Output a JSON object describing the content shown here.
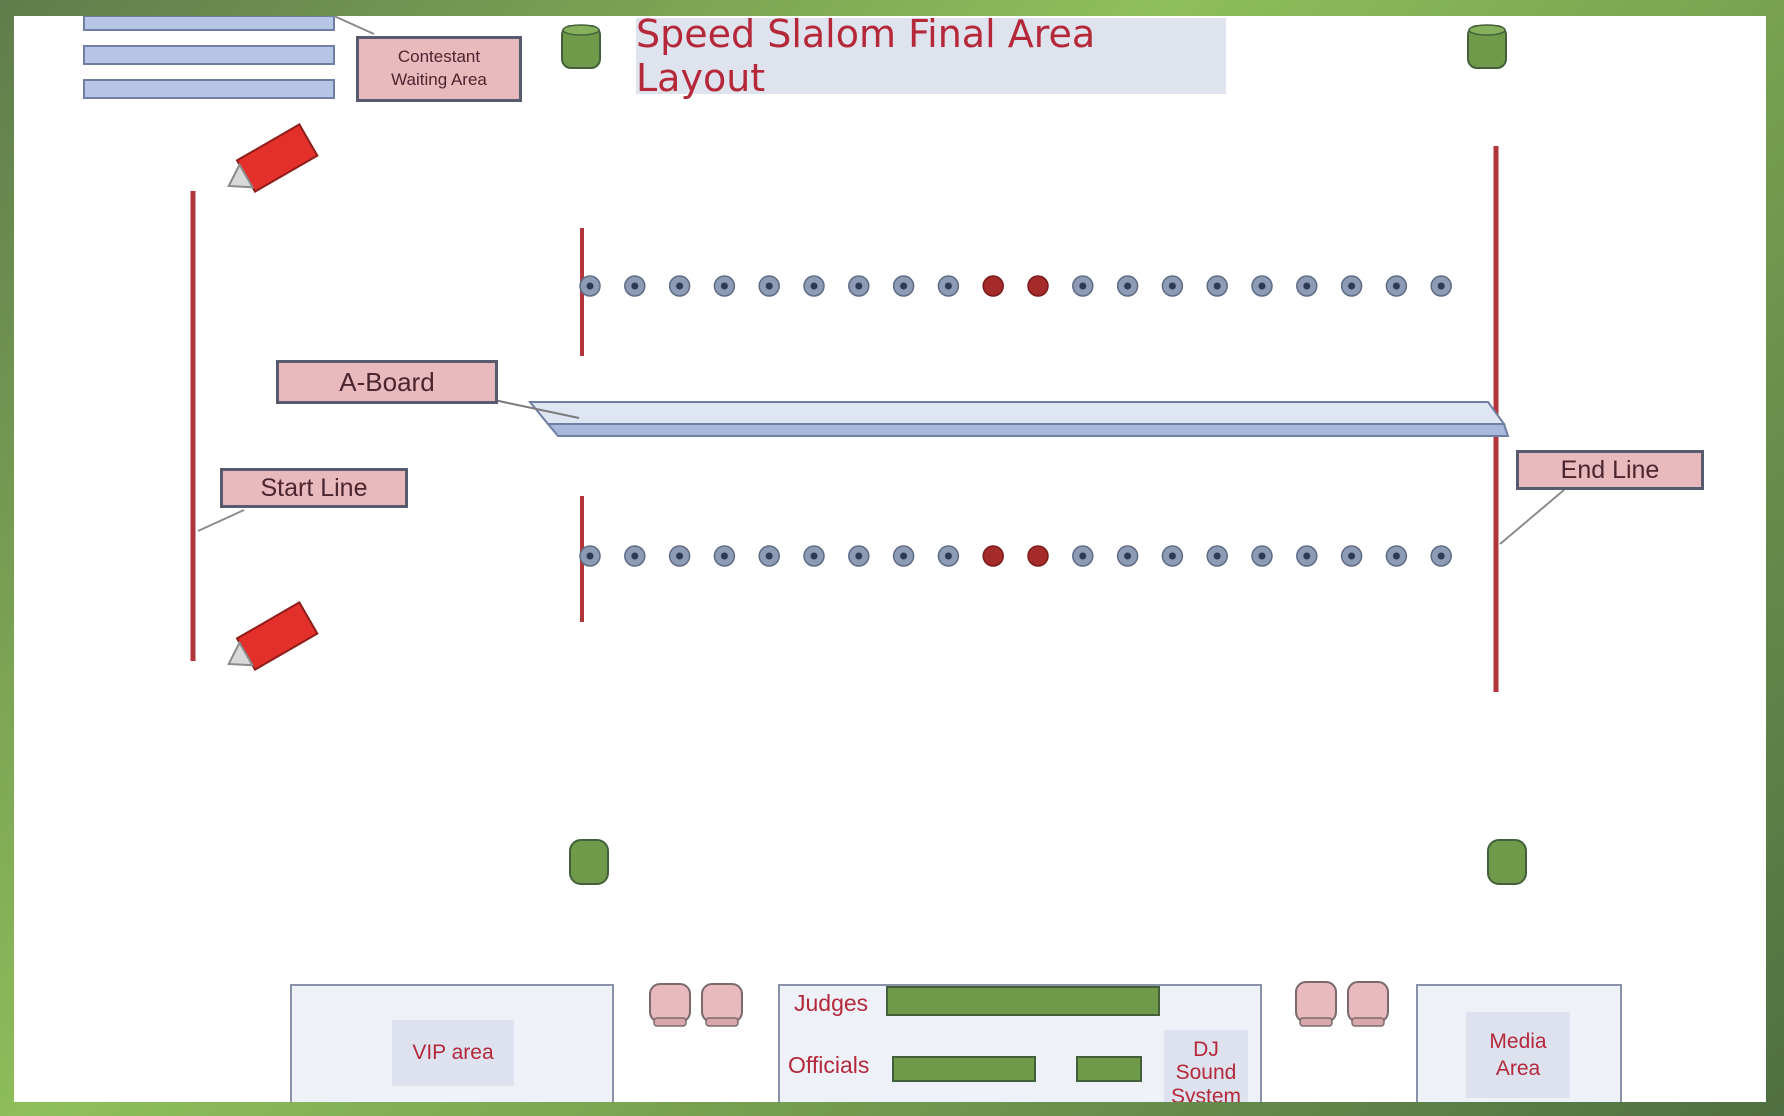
{
  "title": "Speed Slalom Final Area Layout",
  "labels": {
    "waiting_line1": "Contestant",
    "waiting_line2": "Waiting Area",
    "aboard": "A-Board",
    "start_line": "Start Line",
    "end_line": "End Line"
  },
  "zones": {
    "vip": "VIP area",
    "judges": "Judges",
    "officials": "Officials",
    "dj_line1": "DJ",
    "dj_line2": "Sound",
    "dj_line3": "System",
    "media_line1": "Media",
    "media_line2": "Area"
  },
  "cones": {
    "count_per_row": 20,
    "red_positions": [
      10,
      11
    ]
  },
  "colors": {
    "title": "#b4283a",
    "line_red": "#b2353c",
    "cone_blue": "#8d9bb5",
    "cone_red": "#a52a2a",
    "label_fill": "#e8b9bd",
    "board_fill": "#b7c6e6",
    "green": "#6e9a4a",
    "camera_red": "#e3302a"
  }
}
